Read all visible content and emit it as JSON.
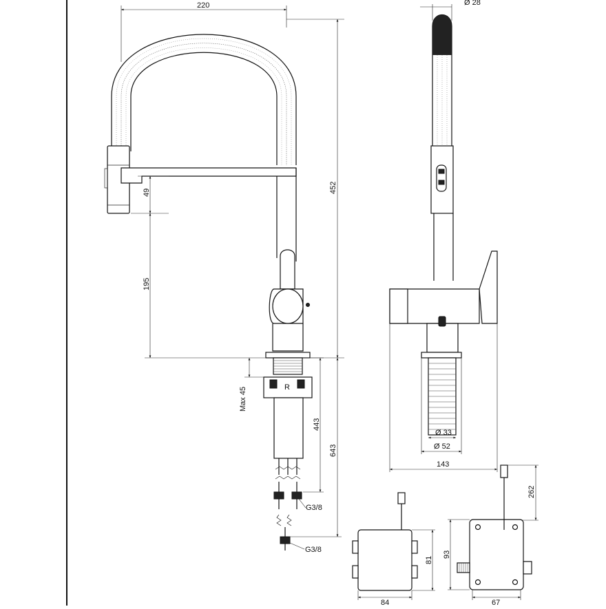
{
  "dimensions": {
    "d220": "220",
    "d49": "49",
    "d195": "195",
    "d452": "452",
    "dmax45": "Max 45",
    "d443": "443",
    "d643": "643",
    "dg38a": "G3/8",
    "dg38b": "G3/8",
    "dphi28": "Ø 28",
    "dphi33": "Ø 33",
    "dphi52": "Ø 52",
    "d143": "143",
    "d262": "262",
    "d81": "81",
    "d84": "84",
    "d93": "93",
    "d67": "67"
  },
  "marks": {
    "r_label": "R"
  }
}
